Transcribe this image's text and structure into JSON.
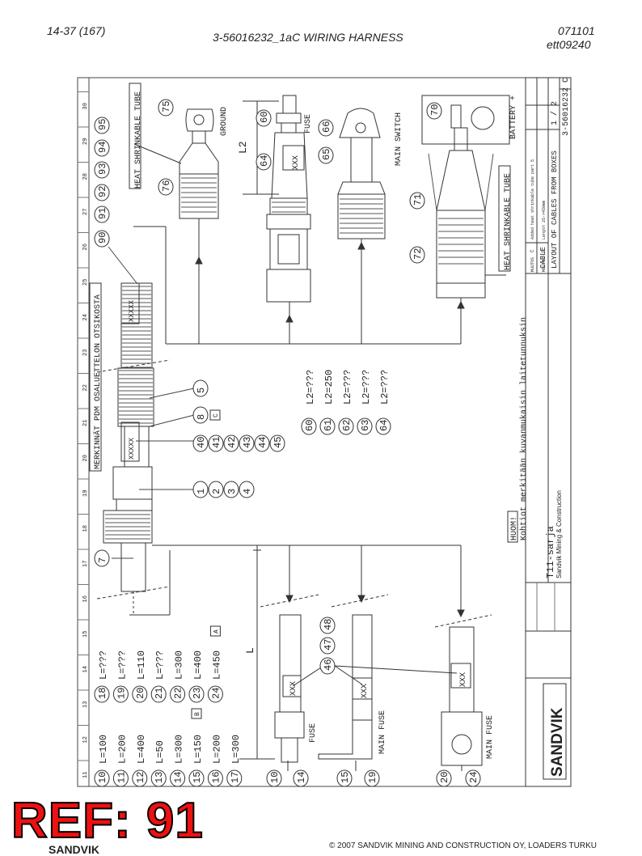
{
  "header": {
    "page_ref": "14-37 (167)",
    "title": "3-56016232_1aC WIRING HARNESS",
    "doc_code_1": "071101",
    "doc_code_2": "ett09240"
  },
  "drawing": {
    "heat_tube_1": "HEAT SHRINKABLE TUBE",
    "heat_tube_2": "HEAT SHRINKABLE TUBE",
    "ground": "GROUND",
    "fuse_top": "FUSE",
    "main_switch": "MAIN SWITCH",
    "battery": "BATTERY +",
    "l2": "L2",
    "xxx": "XXX",
    "xxxxx": "XXXXX",
    "merkinnat": "MERKINNÄT PDM OSALUETTELON OTSIKOSTA",
    "huom_title": "HUOM!",
    "huom_text": "Kohtiot merkitään kuvanmukaisin laitetunnuksin",
    "callouts_a": [
      "75",
      "76",
      "90",
      "91",
      "92",
      "93",
      "94",
      "95"
    ],
    "callouts_fuse": [
      "60",
      "64"
    ],
    "callouts_switch": [
      "66",
      "65"
    ],
    "callouts_batt": [
      "70",
      "71",
      "72"
    ],
    "callout_5": "5",
    "callout_8": "8",
    "tag_c": "C",
    "callouts_40": [
      "40",
      "41",
      "42",
      "43",
      "44",
      "45"
    ],
    "callouts_1": [
      "1",
      "2",
      "3",
      "4"
    ],
    "callout_7": "7",
    "l2_list": [
      {
        "n": "60",
        "t": "L2=???"
      },
      {
        "n": "61",
        "t": "L2=250"
      },
      {
        "n": "62",
        "t": "L2=???"
      },
      {
        "n": "63",
        "t": "L2=???"
      },
      {
        "n": "64",
        "t": "L2=???"
      }
    ],
    "l_list_left": [
      {
        "n": "10",
        "t": "L=100"
      },
      {
        "n": "11",
        "t": "L=200"
      },
      {
        "n": "12",
        "t": "L=400"
      },
      {
        "n": "13",
        "t": "L=50"
      },
      {
        "n": "14",
        "t": "L=300"
      },
      {
        "n": "15",
        "t": "L=150",
        "tag": "B"
      },
      {
        "n": "16",
        "t": "L=200"
      },
      {
        "n": "17",
        "t": "L=300"
      }
    ],
    "l_list_right": [
      {
        "n": "18",
        "t": "L=???"
      },
      {
        "n": "19",
        "t": "L=???"
      },
      {
        "n": "20",
        "t": "L=110"
      },
      {
        "n": "21",
        "t": "L=???"
      },
      {
        "n": "22",
        "t": "L=300"
      },
      {
        "n": "23",
        "t": "L=400"
      },
      {
        "n": "24",
        "t": "L=450",
        "tag": "A"
      }
    ],
    "l_label": "L",
    "callouts_46": [
      "46",
      "47",
      "48"
    ],
    "fuse_low": "FUSE",
    "main_fuse_1": "MAIN FUSE",
    "main_fuse_2": "MAIN FUSE",
    "bottom_pairs": [
      [
        "10",
        "14"
      ],
      [
        "15",
        "19"
      ],
      [
        "20",
        "24"
      ]
    ],
    "grid_numbers": [
      "11",
      "12",
      "13",
      "14",
      "15",
      "16",
      "17",
      "18",
      "19",
      "20",
      "21",
      "22",
      "23",
      "24",
      "25",
      "26",
      "27",
      "28",
      "29",
      "30"
    ]
  },
  "title_block": {
    "logo": "SANDVIK",
    "series": "T11-sarja",
    "company": "Sandvik Mining & Construction",
    "cable": "CABLE",
    "layout": "LAYOUT OF CABLES FROM BOXES",
    "sheet": "1 / 2",
    "drawing_no": "3-56016232 C",
    "rev_row1": "Added heat shrinkable tube part 5",
    "rev_row2": "Length 25->450mm",
    "muutos": "MUUTOS",
    "rev_c": "C",
    "rev_b": "B"
  },
  "footer": {
    "ref": "REF: 91",
    "logo": "SANDVIK",
    "copyright": "© 2007 SANDVIK MINING AND CONSTRUCTION OY, LOADERS TURKU"
  }
}
